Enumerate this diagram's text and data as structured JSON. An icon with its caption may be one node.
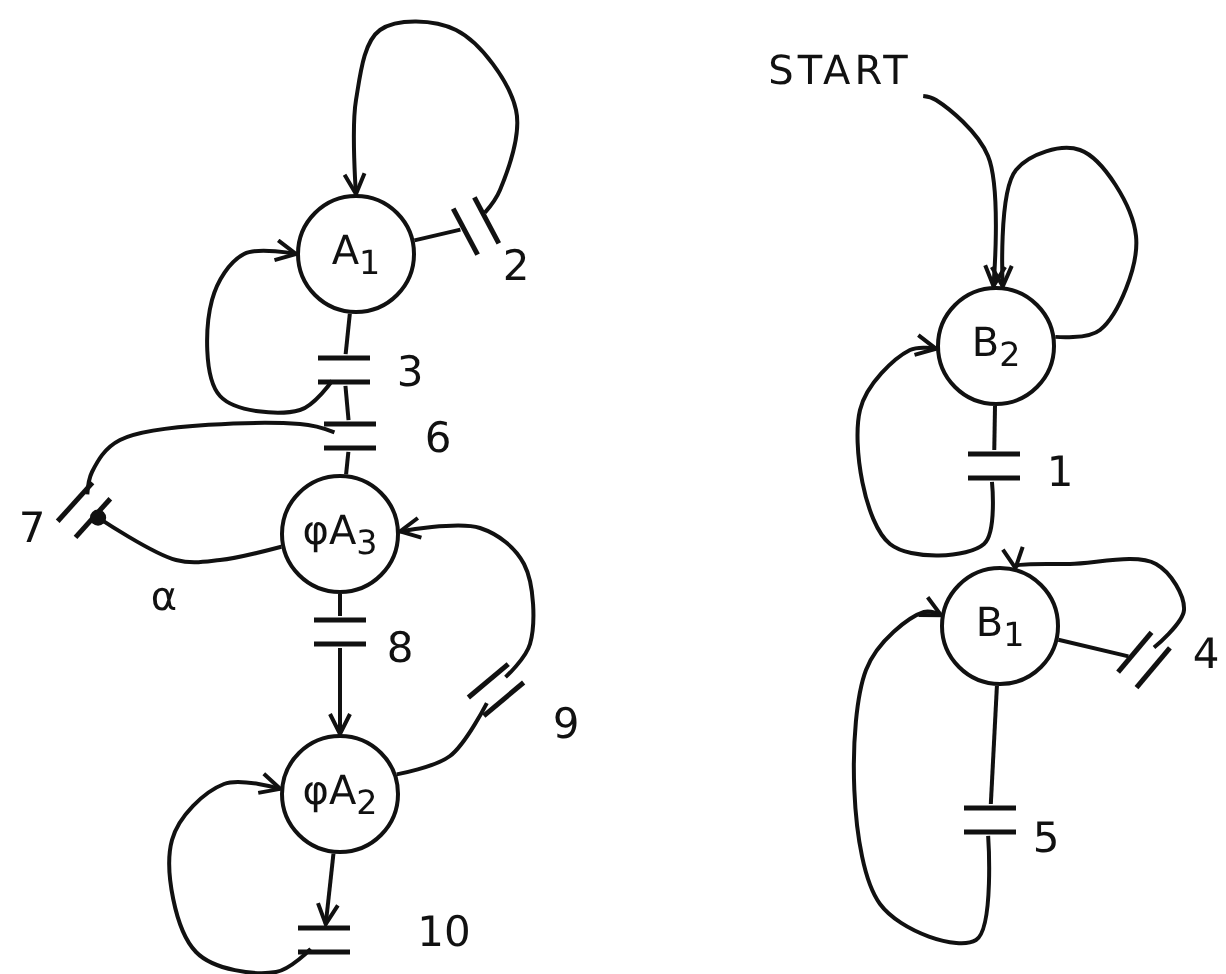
{
  "diagram": {
    "nodes": [
      {
        "text": [
          "A$_{1}$"
        ]
      },
      {
        "text": [],
        "shape": "bar",
        "beside": [
          "2"
        ]
      },
      {
        "text": [],
        "shape": "bar",
        "beside": [
          "3"
        ]
      },
      {
        "text": [],
        "shape": "bar",
        "beside": [
          "6"
        ]
      },
      {
        "text": [
          "φA$_{3}$"
        ]
      },
      {
        "text": [],
        "shape": "bar",
        "beside": [
          "7"
        ]
      },
      {
        "text": [],
        "shape": "bar",
        "beside": [
          "8"
        ]
      },
      {
        "text": [],
        "shape": "bar",
        "beside": [
          "9"
        ]
      },
      {
        "text": [
          "φA$_{2}$"
        ]
      },
      {
        "text": [],
        "shape": "bar",
        "beside": [
          "10"
        ]
      },
      {
        "text": [
          "START"
        ]
      },
      {
        "text": [
          "B$_{2}$"
        ]
      },
      {
        "text": [],
        "shape": "bar",
        "beside": [
          "1"
        ]
      },
      {
        "text": [
          "B$_{1}$"
        ]
      },
      {
        "text": [],
        "shape": "bar",
        "beside": [
          "4"
        ]
      },
      {
        "text": [],
        "shape": "bar",
        "beside": [
          "5"
        ]
      }
    ],
    "edges": [
      {
        "from": 0,
        "to": 1,
        "arrow": "none"
      },
      {
        "from": 1,
        "to": 0,
        "arrow": "to"
      },
      {
        "from": 0,
        "to": 2,
        "arrow": "none"
      },
      {
        "from": 2,
        "to": 0,
        "arrow": "to"
      },
      {
        "from": 2,
        "to": 3,
        "arrow": "none"
      },
      {
        "from": 3,
        "to": 5,
        "arrow": "none"
      },
      {
        "from": 3,
        "to": 4,
        "arrow": "none"
      },
      {
        "from": 4,
        "to": 5,
        "arrow": "other",
        "label": "α"
      },
      {
        "from": 4,
        "to": 6,
        "arrow": "none"
      },
      {
        "from": 6,
        "to": 8,
        "arrow": "to"
      },
      {
        "from": 8,
        "to": 7,
        "arrow": "none"
      },
      {
        "from": 7,
        "to": 4,
        "arrow": "to"
      },
      {
        "from": 8,
        "to": 9,
        "arrow": "to"
      },
      {
        "from": 9,
        "to": 8,
        "arrow": "to"
      },
      {
        "from": 10,
        "to": 11,
        "arrow": "to"
      },
      {
        "from": 11,
        "to": 11,
        "arrow": "to"
      },
      {
        "from": 11,
        "to": 12,
        "arrow": "none"
      },
      {
        "from": 12,
        "to": 11,
        "arrow": "to"
      },
      {
        "from": 13,
        "to": 14,
        "arrow": "none"
      },
      {
        "from": 14,
        "to": 13,
        "arrow": "to"
      },
      {
        "from": 13,
        "to": 15,
        "arrow": "none"
      },
      {
        "from": 15,
        "to": 13,
        "arrow": "to"
      }
    ]
  }
}
